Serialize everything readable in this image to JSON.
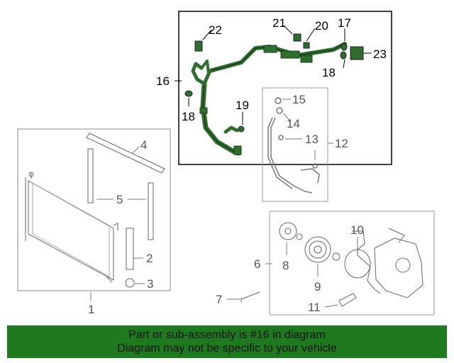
{
  "callouts": {
    "c1": "1",
    "c2": "2",
    "c3": "3",
    "c4": "4",
    "c5": "5",
    "c6": "6",
    "c7": "7",
    "c8": "8",
    "c9": "9",
    "c10": "10",
    "c11": "11",
    "c12": "12",
    "c13": "13",
    "c14": "14",
    "c15": "15",
    "c16": "16",
    "c17": "17",
    "c18a": "18",
    "c18b": "18",
    "c19": "19",
    "c20": "20",
    "c21": "21",
    "c22": "22",
    "c23": "23"
  },
  "banner": {
    "line1": "Part or sub-assembly is #16 in diagram",
    "line2": "Diagram may not be specific to your vehicle",
    "color": "#1f7a1f"
  },
  "highlight_color": "#2f6e2f"
}
